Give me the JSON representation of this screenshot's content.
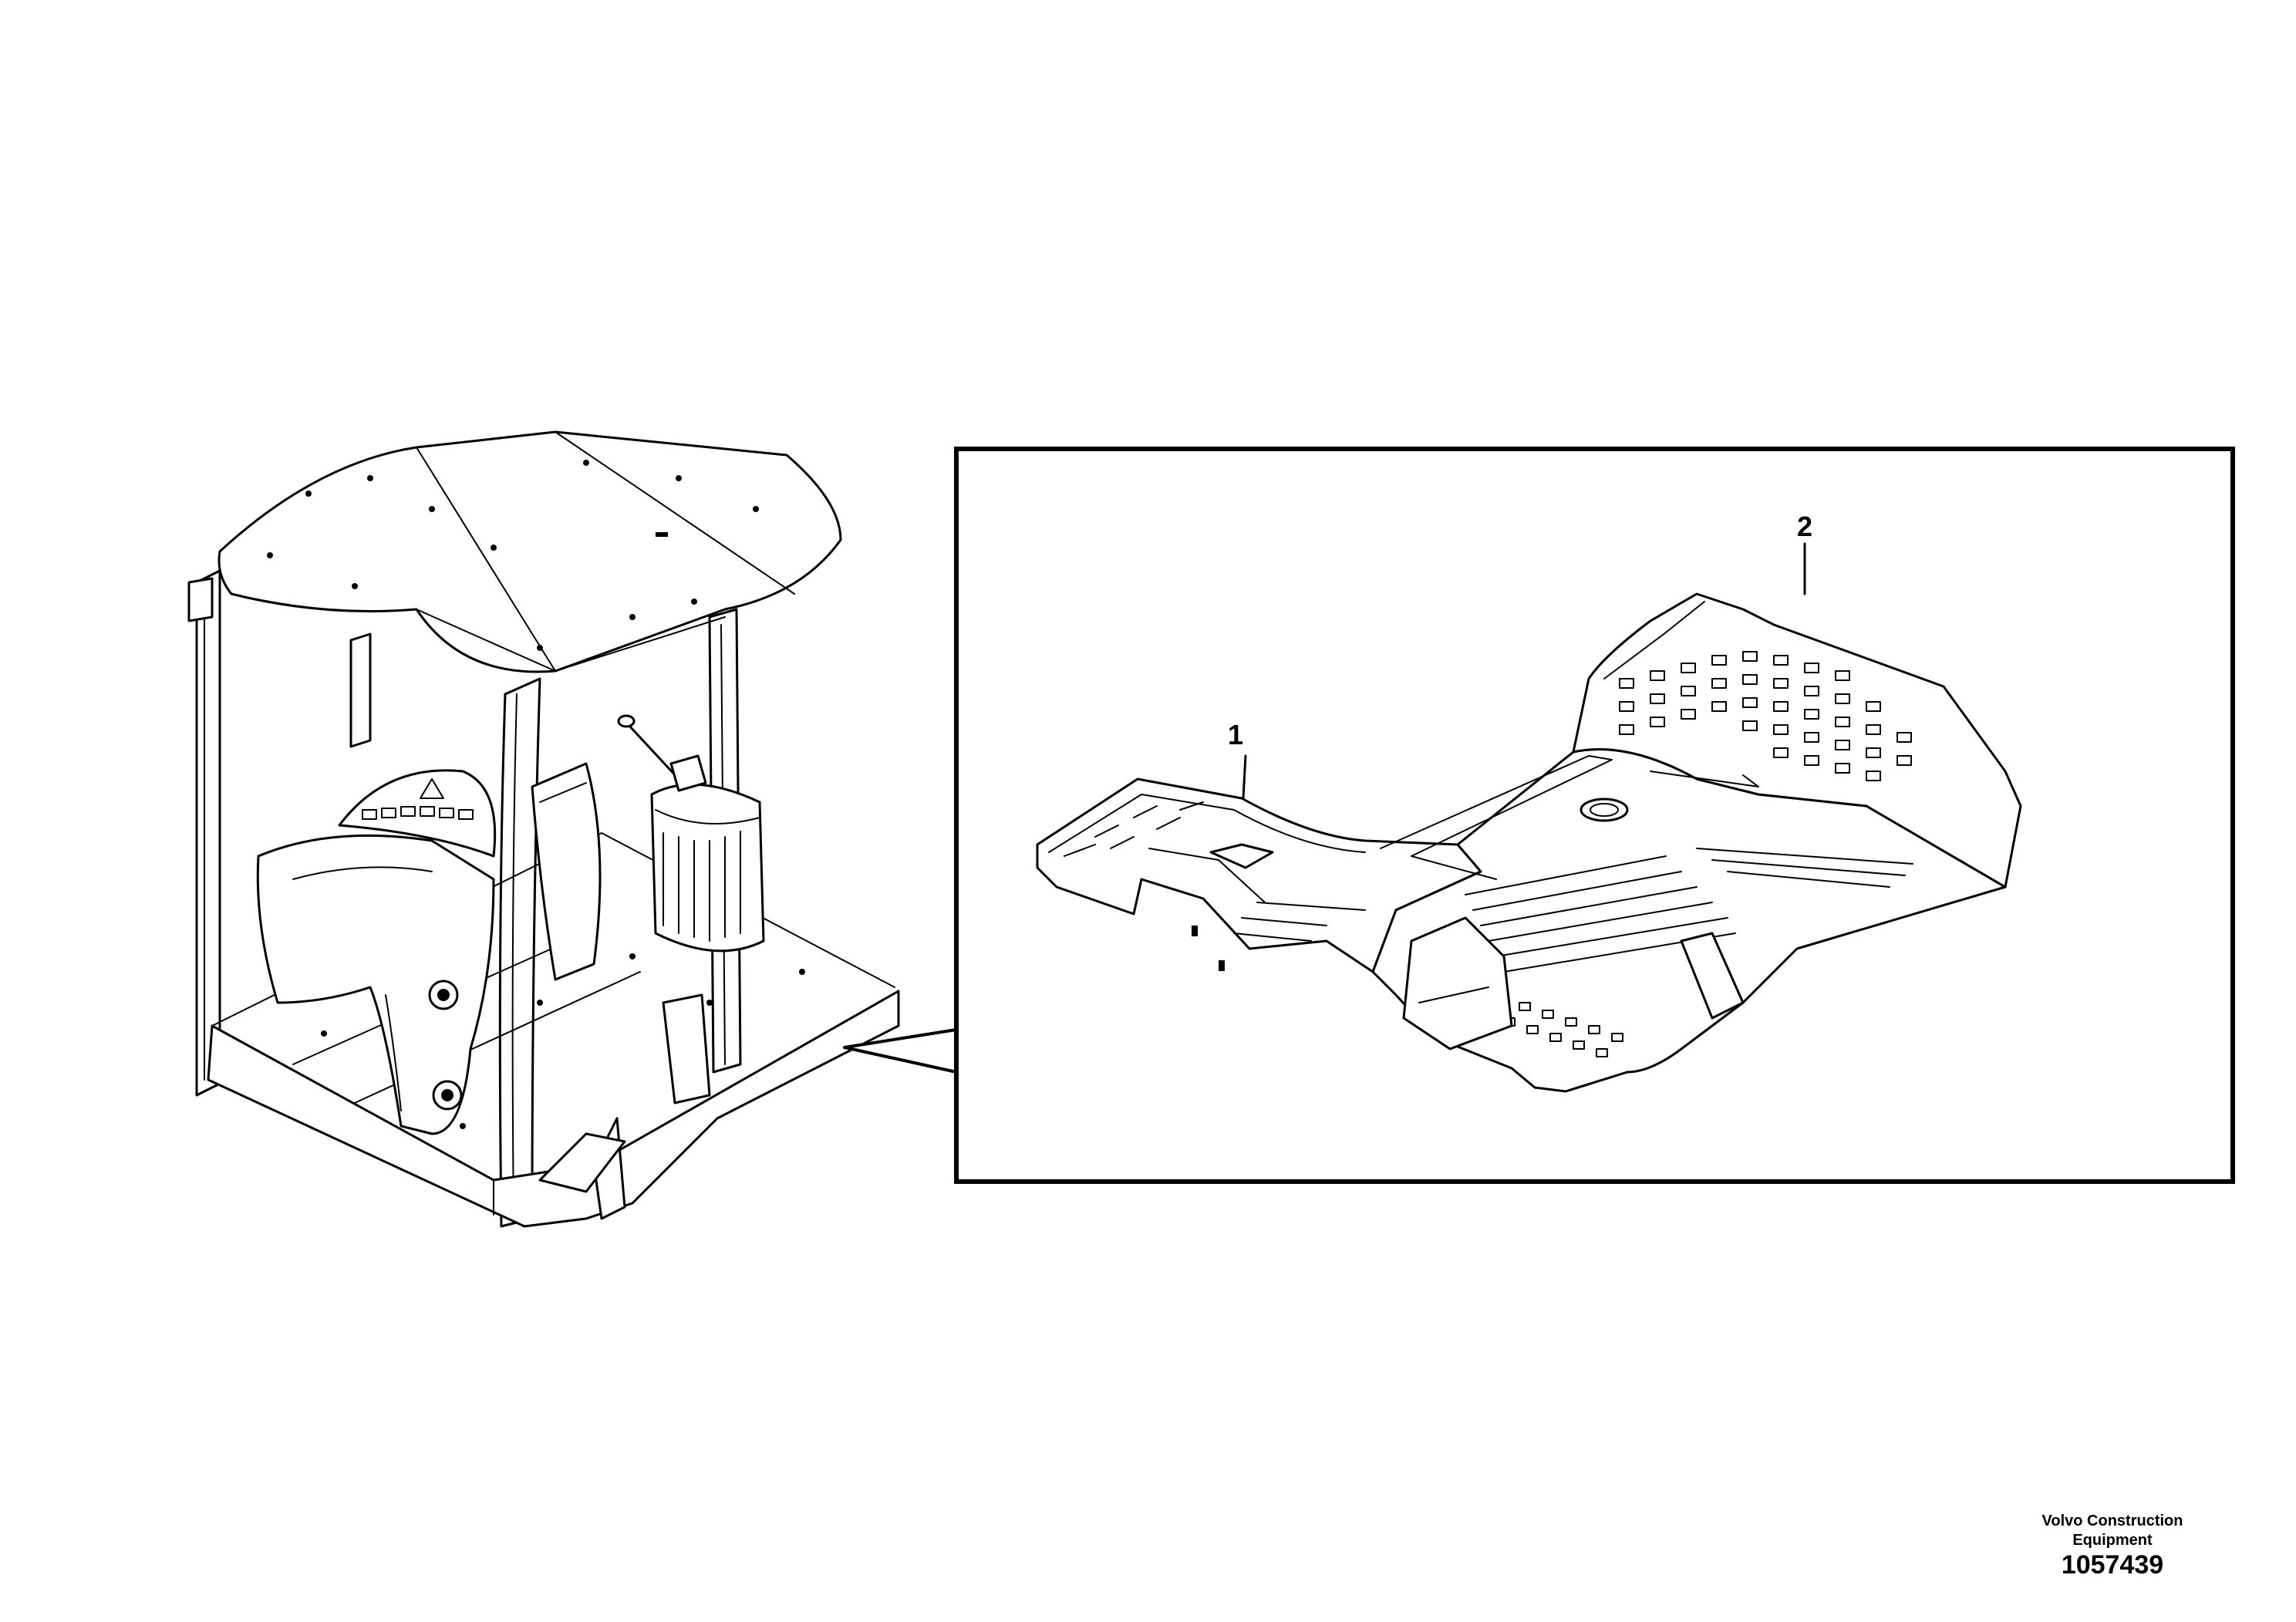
{
  "callouts": {
    "item1": "1",
    "item2": "2"
  },
  "footer": {
    "brand_line1": "Volvo Construction",
    "brand_line2": "Equipment",
    "document_number": "1057439"
  },
  "colors": {
    "ink": "#000000",
    "paper": "#ffffff"
  }
}
